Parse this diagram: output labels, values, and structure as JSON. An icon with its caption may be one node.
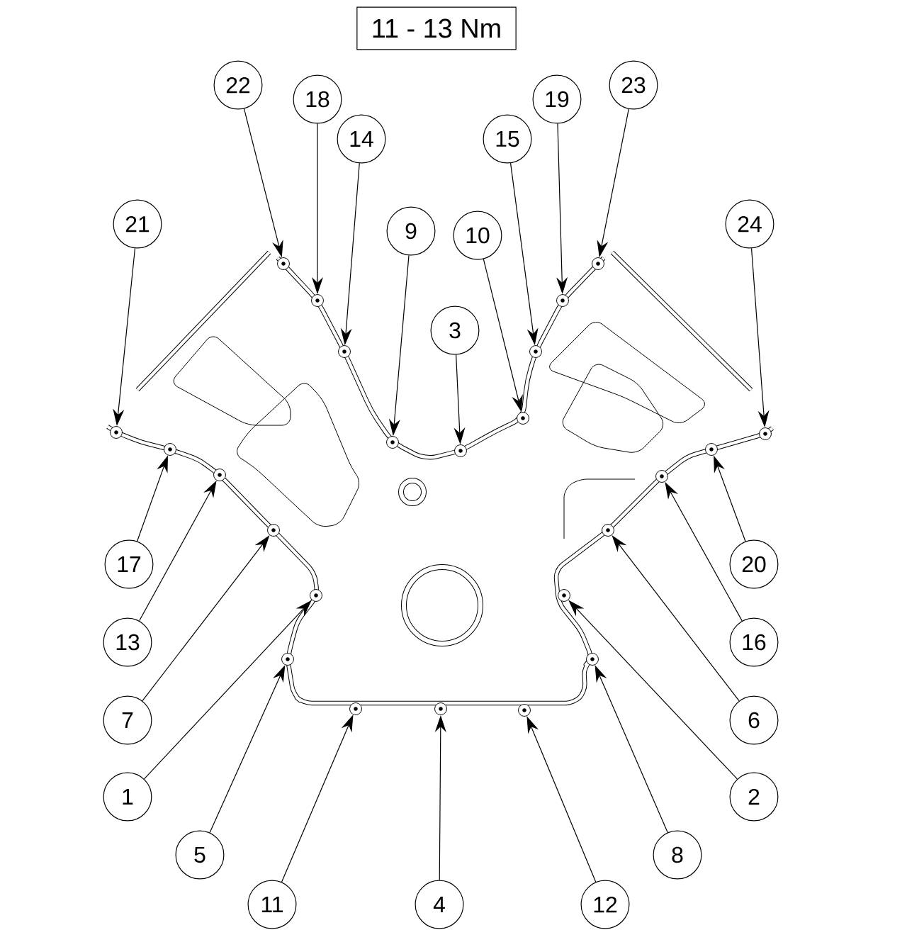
{
  "diagram": {
    "nodes": [
      {
        "text": [
          "11 - 13 Nm"
        ]
      },
      {
        "text": [
          "22"
        ]
      },
      {
        "text": [
          "18"
        ]
      },
      {
        "text": [
          "23"
        ]
      },
      {
        "text": [
          "19"
        ]
      },
      {
        "text": [
          "14"
        ]
      },
      {
        "text": [
          "15"
        ]
      },
      {
        "text": [
          "21"
        ]
      },
      {
        "text": [
          "24"
        ]
      },
      {
        "text": [
          "9"
        ]
      },
      {
        "text": [
          "10"
        ]
      },
      {
        "text": [
          "3"
        ]
      },
      {
        "text": [
          "17"
        ]
      },
      {
        "text": [
          "20"
        ]
      },
      {
        "text": [
          "13"
        ]
      },
      {
        "text": [
          "16"
        ]
      },
      {
        "text": [
          "7"
        ]
      },
      {
        "text": [
          "6"
        ]
      },
      {
        "text": [
          "1"
        ]
      },
      {
        "text": [
          "2"
        ]
      },
      {
        "text": [
          "5"
        ]
      },
      {
        "text": [
          "8"
        ]
      },
      {
        "text": [
          "11"
        ]
      },
      {
        "text": [
          "4"
        ]
      },
      {
        "text": [
          "12"
        ]
      }
    ],
    "edges": [
      {
        "from": 1,
        "to": null,
        "arrow": "to"
      },
      {
        "from": 2,
        "to": null,
        "arrow": "to"
      },
      {
        "from": 3,
        "to": null,
        "arrow": "to"
      },
      {
        "from": 4,
        "to": null,
        "arrow": "to"
      },
      {
        "from": 5,
        "to": null,
        "arrow": "to"
      },
      {
        "from": 6,
        "to": null,
        "arrow": "to"
      },
      {
        "from": 7,
        "to": null,
        "arrow": "to"
      },
      {
        "from": 8,
        "to": null,
        "arrow": "to"
      },
      {
        "from": 9,
        "to": null,
        "arrow": "to"
      },
      {
        "from": 10,
        "to": null,
        "arrow": "to"
      },
      {
        "from": 11,
        "to": null,
        "arrow": "to"
      },
      {
        "from": 12,
        "to": null,
        "arrow": "to"
      },
      {
        "from": 13,
        "to": null,
        "arrow": "to"
      },
      {
        "from": 14,
        "to": null,
        "arrow": "to"
      },
      {
        "from": 15,
        "to": null,
        "arrow": "to"
      },
      {
        "from": 16,
        "to": null,
        "arrow": "to"
      },
      {
        "from": 17,
        "to": null,
        "arrow": "to"
      },
      {
        "from": 18,
        "to": null,
        "arrow": "to"
      },
      {
        "from": 19,
        "to": null,
        "arrow": "to"
      },
      {
        "from": 20,
        "to": null,
        "arrow": "to"
      },
      {
        "from": 21,
        "to": null,
        "arrow": "to"
      },
      {
        "from": 22,
        "to": null,
        "arrow": "to"
      },
      {
        "from": 23,
        "to": null,
        "arrow": "to"
      },
      {
        "from": 24,
        "to": null,
        "arrow": "to"
      }
    ]
  }
}
